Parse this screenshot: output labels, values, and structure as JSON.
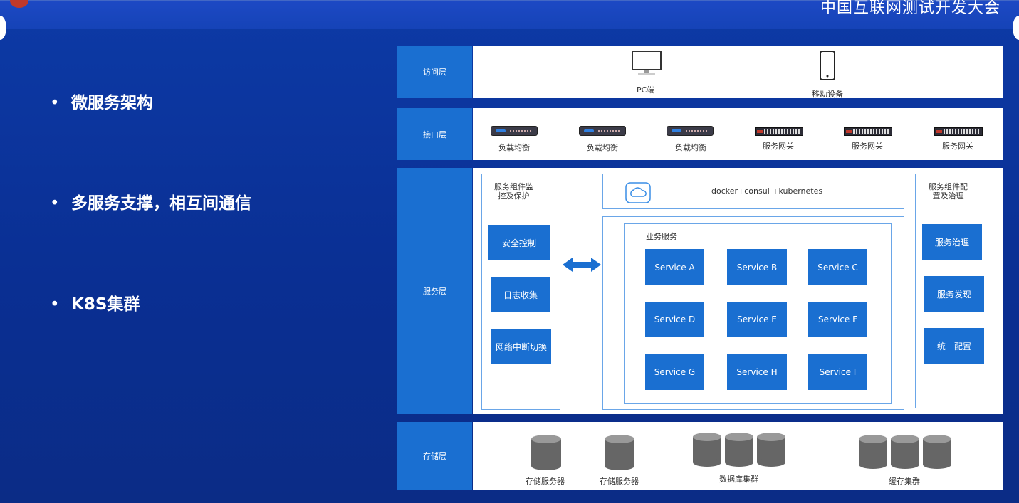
{
  "header": {
    "conference_title": "中国互联网测试开发大会"
  },
  "bullets": [
    "微服务架构",
    "多服务支撑，相互间通信",
    "K8S集群"
  ],
  "bullet_glyph": "•",
  "diagram": {
    "layers": {
      "access": "访问层",
      "interface": "接口层",
      "service": "服务层",
      "storage": "存储层"
    },
    "access_devices": [
      "PC端",
      "移动设备"
    ],
    "interface_devices": [
      "负载均衡",
      "负载均衡",
      "负载均衡",
      "服务网关",
      "服务网关",
      "服务网关"
    ],
    "monitor_box": {
      "title": "服务组件监\n控及保护",
      "items": [
        "安全控制",
        "日志收集",
        "网络中断切换"
      ]
    },
    "platform_label": "docker+consul +kubernetes",
    "business": {
      "title": "业务服务",
      "services": [
        "Service A",
        "Service B",
        "Service C",
        "Service D",
        "Service E",
        "Service F",
        "Service G",
        "Service H",
        "Service I"
      ]
    },
    "config_box": {
      "title": "服务组件配\n置及治理",
      "items": [
        "服务治理",
        "服务发现",
        "统一配置"
      ]
    },
    "storage_items": [
      "存储服务器",
      "存储服务器",
      "数据库集群",
      "缓存集群"
    ]
  },
  "colors": {
    "accent_blue": "#1a6fd1",
    "background": "#0a2f93"
  }
}
